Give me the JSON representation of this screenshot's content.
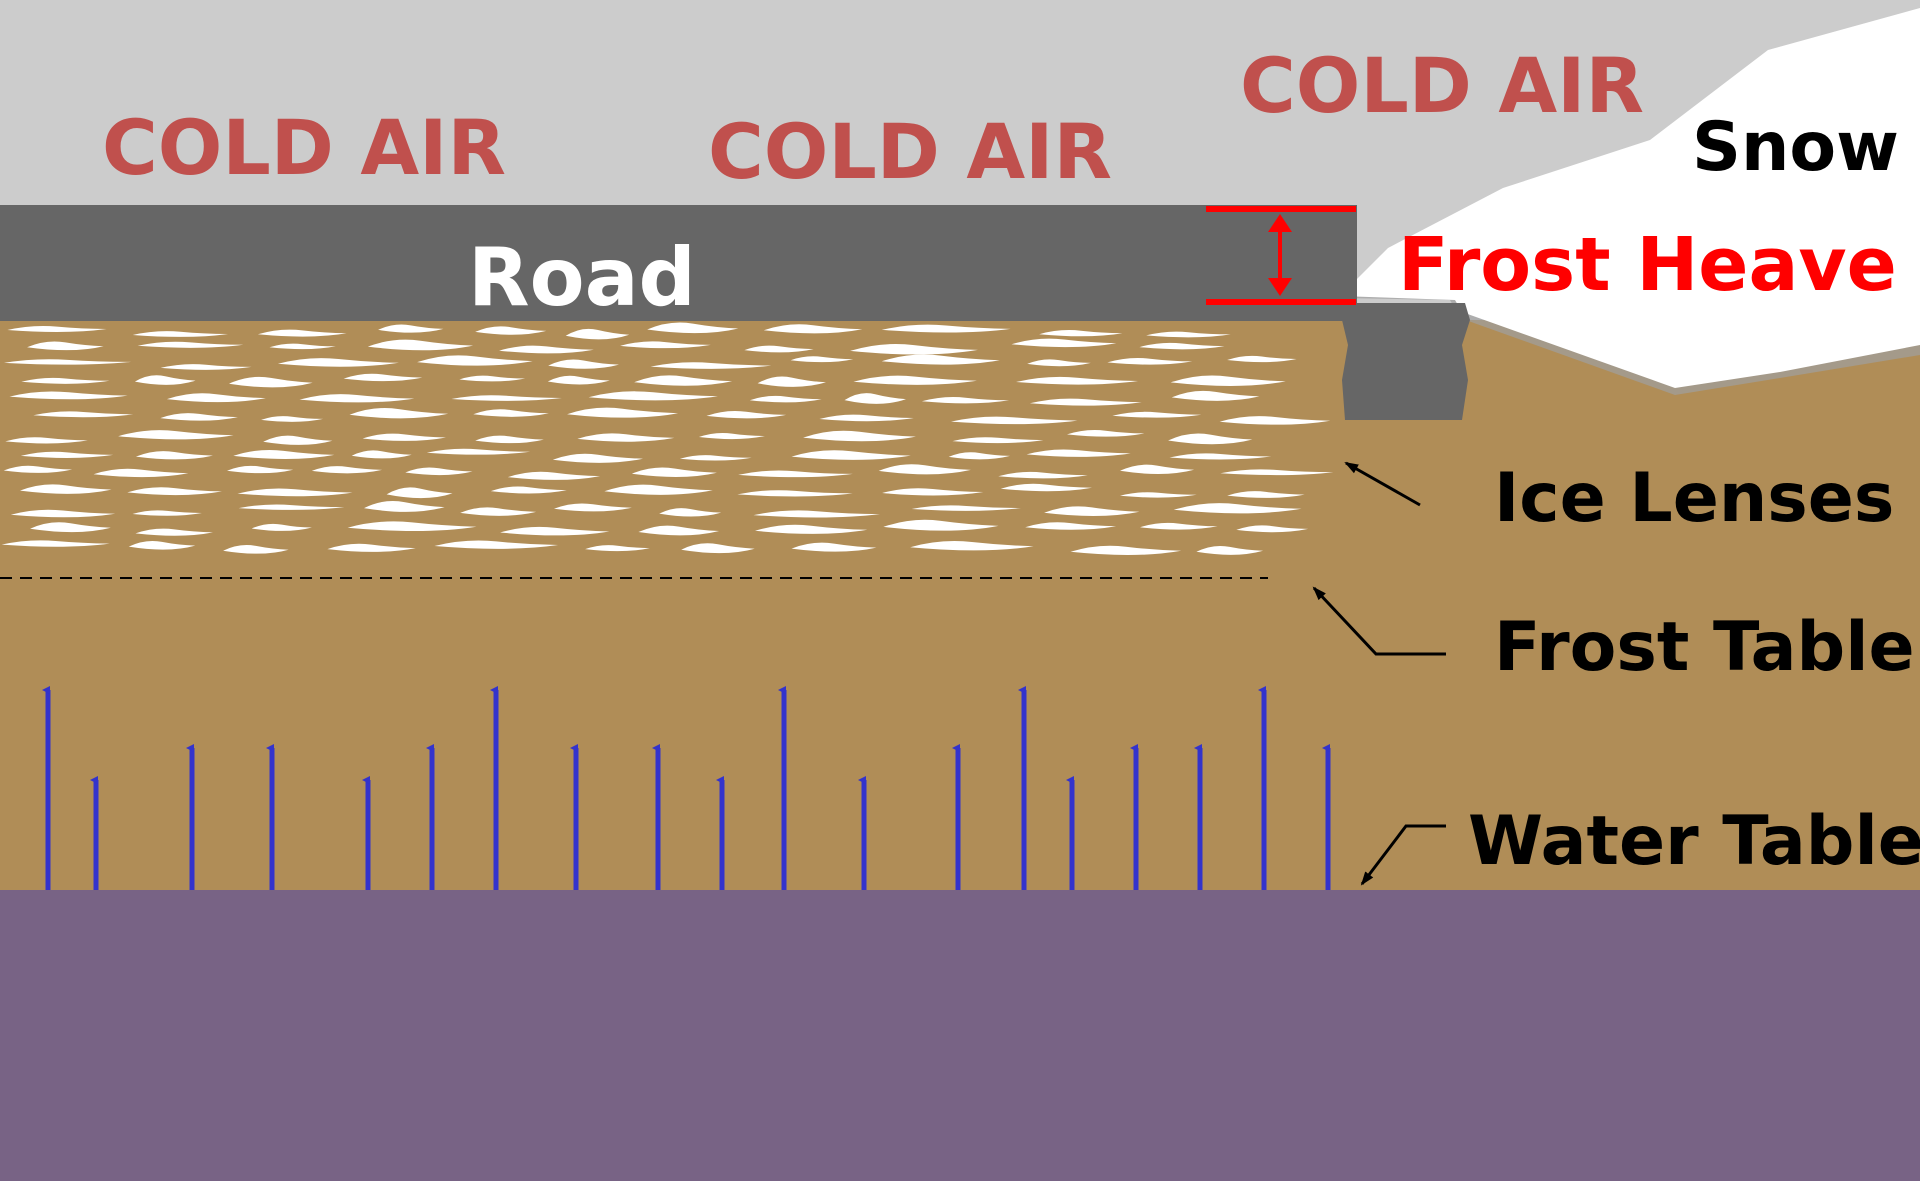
{
  "labels": {
    "cold_air_1": "COLD AIR",
    "cold_air_2": "COLD AIR",
    "cold_air_3": "COLD AIR",
    "road": "Road",
    "snow": "Snow",
    "frost_heave": "Frost Heave",
    "ice_lenses": "Ice Lenses",
    "frost_table": "Frost Table",
    "water_table": "Water Table"
  },
  "colors": {
    "air": "#cccccc",
    "road": "#666666",
    "soil": "#b08d57",
    "bedrock": "#786385",
    "snow": "#ffffff",
    "ice": "#ffffff",
    "cold_air_text": "#c0504d",
    "frost_heave": "#ff0000",
    "capillary_arrows": "#3333cc"
  }
}
